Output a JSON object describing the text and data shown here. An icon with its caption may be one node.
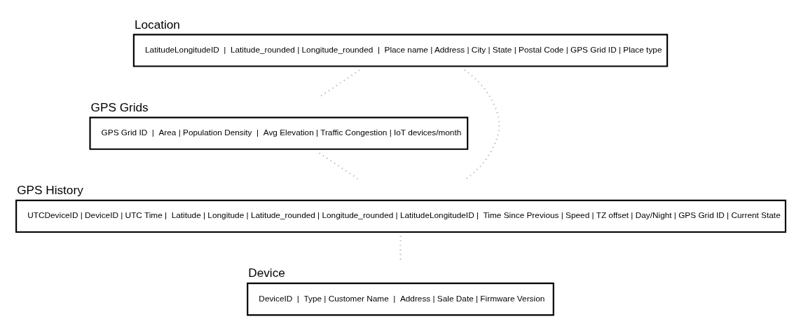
{
  "diagram": {
    "nodes": [
      {
        "text": [
          "Location",
          "LatitudeLongitudeID  |  Latitude_rounded | Longitude_rounded  |  Place name | Address | City | State | Postal Code | GPS Grid ID | Place type"
        ]
      },
      {
        "text": [
          "GPS Grids",
          "GPS Grid ID  |  Area | Population Density  |  Avg Elevation | Traffic Congestion | IoT devices/month"
        ]
      },
      {
        "text": [
          "GPS History",
          "UTCDeviceID | DeviceID | UTC Time |  Latitude | Longitude | Latitude_rounded | Longitude_rounded | LatitudeLongitudeID |  Time Since Previous | Speed | TZ offset | Day/Night | GPS Grid ID | Current State"
        ]
      },
      {
        "text": [
          "Device",
          "DeviceID  |  Type | Customer Name  |  Address | Sale Date | Firmware Version"
        ]
      }
    ],
    "edges": [
      {
        "from": 0,
        "to": 2,
        "arrow": "none"
      },
      {
        "from": 0,
        "to": 1,
        "arrow": "none"
      },
      {
        "from": 1,
        "to": 2,
        "arrow": "none"
      },
      {
        "from": 2,
        "to": 3,
        "arrow": "none"
      }
    ]
  }
}
